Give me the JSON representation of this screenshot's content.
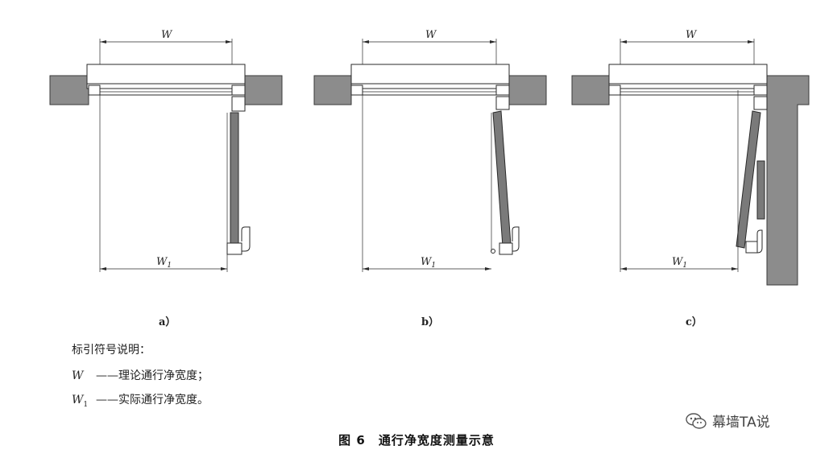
{
  "dimensions": {
    "theoretical_symbol": "W",
    "actual_symbol": "W",
    "actual_subscript": "1"
  },
  "panels": [
    {
      "label": "a）",
      "description": "door leaf opened to 90°"
    },
    {
      "label": "b）",
      "description": "door leaf opened less than 90°"
    },
    {
      "label": "c）",
      "description": "door leaf limited by side wall"
    }
  ],
  "legend": {
    "title": "标引符号说明：",
    "items": [
      {
        "symbol": "W",
        "subscript": "",
        "text": "——理论通行净宽度；"
      },
      {
        "symbol": "W",
        "subscript": "1",
        "text": "——实际通行净宽度。"
      }
    ]
  },
  "caption": "图 6　通行净宽度测量示意",
  "watermark": "幕墙TA说"
}
